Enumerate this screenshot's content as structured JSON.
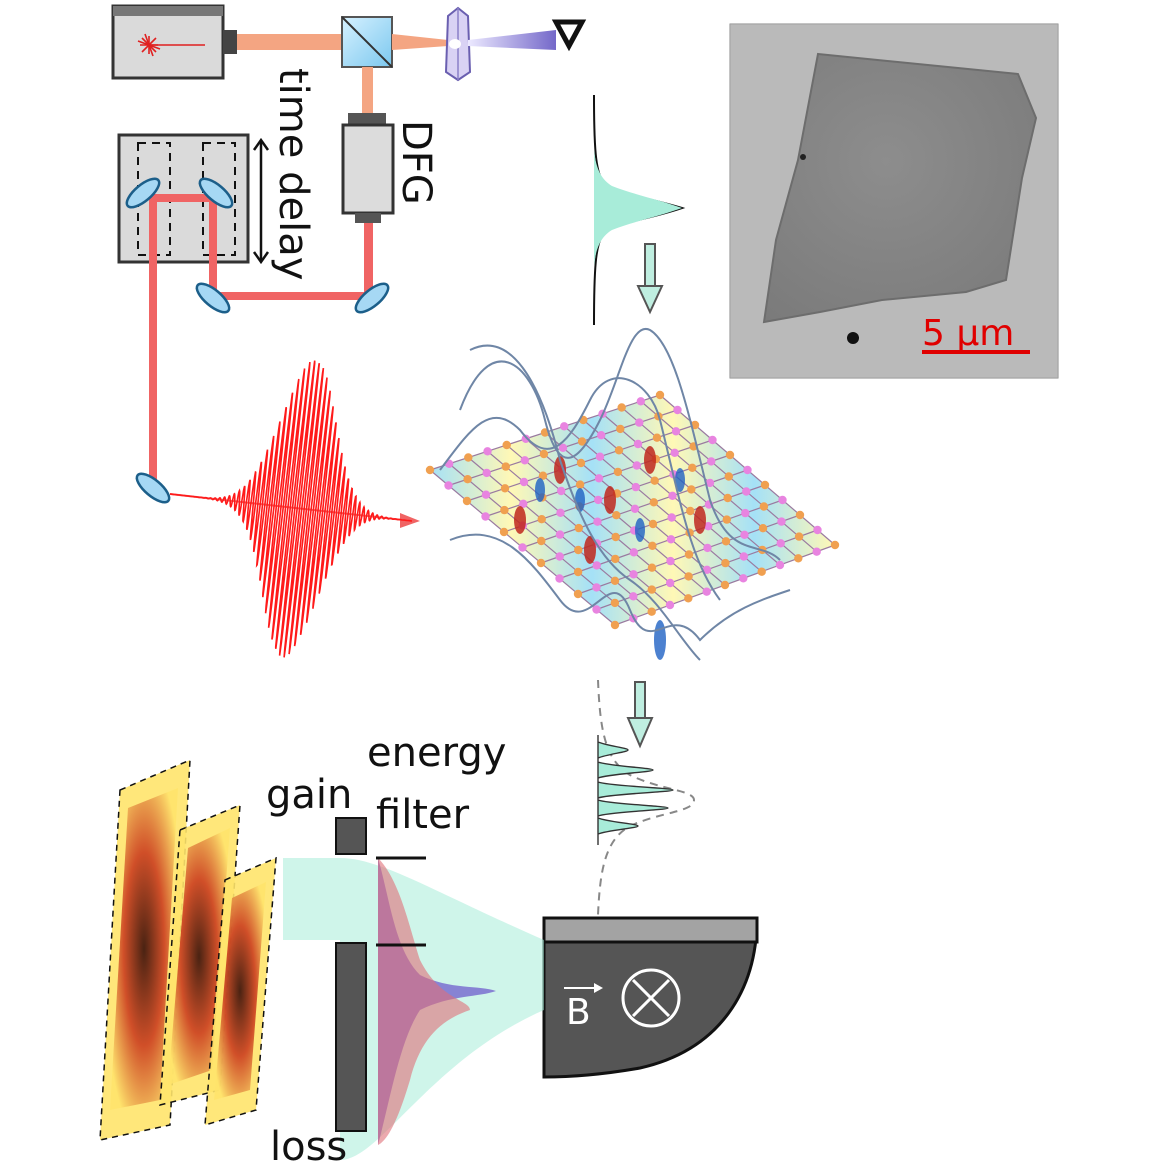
{
  "labels": {
    "time_delay": "time delay",
    "dfg": "DFG",
    "scale_bar": "5 μm",
    "energy": "energy",
    "filter": "filter",
    "gain": "gain",
    "loss": "loss",
    "magnetic_field": "B"
  },
  "icons": [
    "laser-icon",
    "beam-splitter-icon",
    "crystal-icon",
    "detector-triangle-icon",
    "mirror-icon",
    "magnet-icon",
    "field-into-page-icon"
  ],
  "colors": {
    "pump_beam": "#f4a582",
    "probe_beam": "#f06464",
    "uv_beam": "#8a7fd6",
    "electron_pulse": "#a8ecd9",
    "red_pulse": "#ff1a1a",
    "magnet": "#555555",
    "scale_bar": "#e00000"
  }
}
